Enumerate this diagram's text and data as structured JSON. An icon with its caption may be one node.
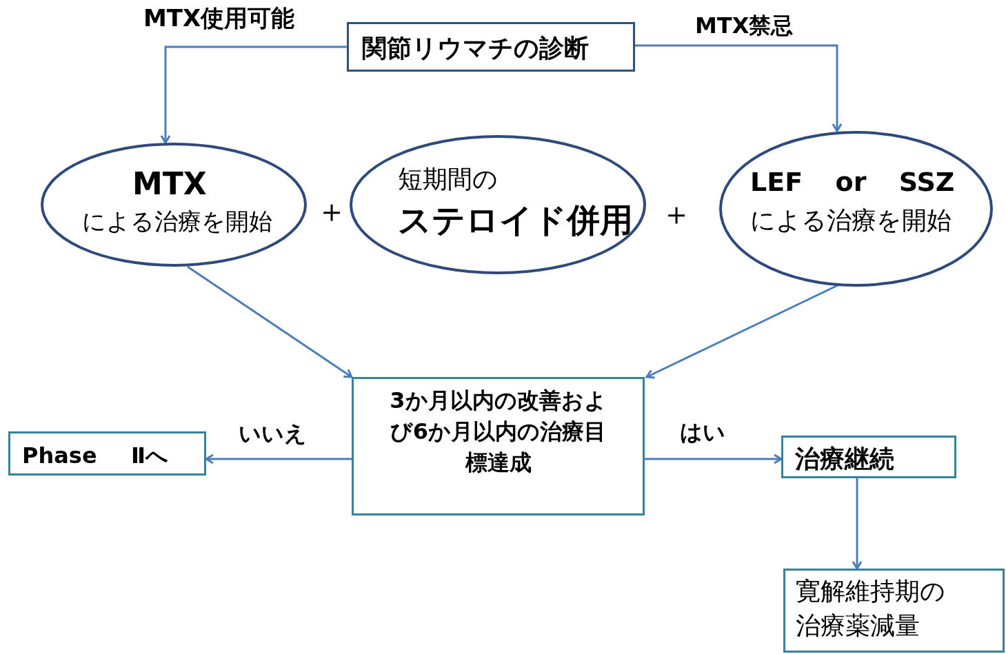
{
  "diagram": {
    "nodes": [
      {
        "text": [
          "関節リウマチの診断"
        ]
      },
      {
        "text": [
          "MTX",
          "による治療を開始"
        ]
      },
      {
        "text": [
          "短期間の",
          "ステロイド併用"
        ]
      },
      {
        "text": [
          "LEF or SSZ",
          "による治療を開始"
        ]
      },
      {
        "text": [
          "3か月以内の改善および6か月以内の治療目標達成"
        ]
      },
      {
        "text": [
          "Phase Ⅱへ"
        ]
      },
      {
        "text": [
          "治療継続"
        ]
      },
      {
        "text": [
          "寛解維持期の治療薬減量"
        ]
      }
    ],
    "edges": [
      {
        "from": 0,
        "to": 1,
        "arrow": "to",
        "label": "MTX使用可能"
      },
      {
        "from": 0,
        "to": 3,
        "arrow": "to",
        "label": "MTX禁忌"
      },
      {
        "from": 1,
        "to": 4,
        "arrow": "to"
      },
      {
        "from": 3,
        "to": 4,
        "arrow": "to"
      },
      {
        "from": 4,
        "to": 5,
        "arrow": "to",
        "label": "いいえ"
      },
      {
        "from": 4,
        "to": 6,
        "arrow": "to",
        "label": "はい"
      },
      {
        "from": 6,
        "to": 7,
        "arrow": "to"
      }
    ],
    "labels": [
      "＋",
      "＋"
    ]
  }
}
